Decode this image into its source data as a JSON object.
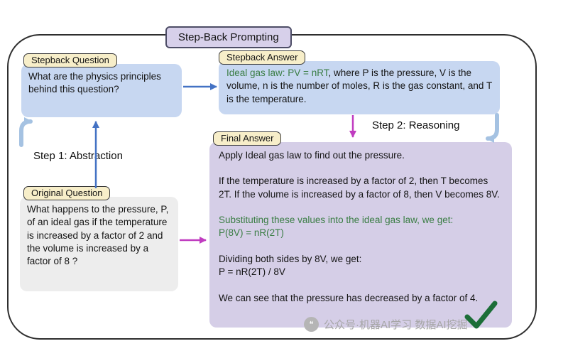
{
  "title": "Step-Back Prompting",
  "stepback_question": {
    "label": "Stepback Question",
    "text": "What are the physics principles behind this question?"
  },
  "stepback_answer": {
    "label": "Stepback Answer",
    "highlight": "Ideal gas law: PV = nRT",
    "rest": ", where P is the pressure, V is the volume, n is the number of moles, R is the gas constant, and T is the temperature."
  },
  "original_question": {
    "label": "Original Question",
    "text": "What happens to the pressure, P, of an ideal gas if the temperature is increased by a factor of 2 and the volume is increased by a factor of 8 ?"
  },
  "final_answer": {
    "label": "Final Answer",
    "p1": "Apply Ideal gas law to find out the pressure.",
    "p2": "If the temperature is increased by a factor of 2, then T becomes 2T. If the volume is increased by a factor of 8, then V becomes 8V.",
    "p3_line1": "Substituting these values into the ideal gas law, we get:",
    "p3_line2": "P(8V) = nR(2T)",
    "p4_line1": "Dividing both sides by 8V, we get:",
    "p4_line2": "P = nR(2T) / 8V",
    "p5": "We can see that the pressure has decreased by a factor of 4."
  },
  "steps": {
    "step1": "Step 1: Abstraction",
    "step2": "Step 2: Reasoning"
  },
  "watermark": "公众号·机器AI学习 数据AI挖掘",
  "colors": {
    "question_box": "#c7d7f1",
    "final_box": "#d5cee7",
    "original_box": "#ededed",
    "label_bg": "#f7eec9",
    "title_bg": "#d7d0ea",
    "green_text": "#3a7d44",
    "arrow_blue": "#4472c4",
    "arrow_magenta": "#c03cc0",
    "cycle_arrow": "#a5c2e2",
    "checkmark": "#1c6e38",
    "watermark_gray": "#a6a6a6"
  }
}
